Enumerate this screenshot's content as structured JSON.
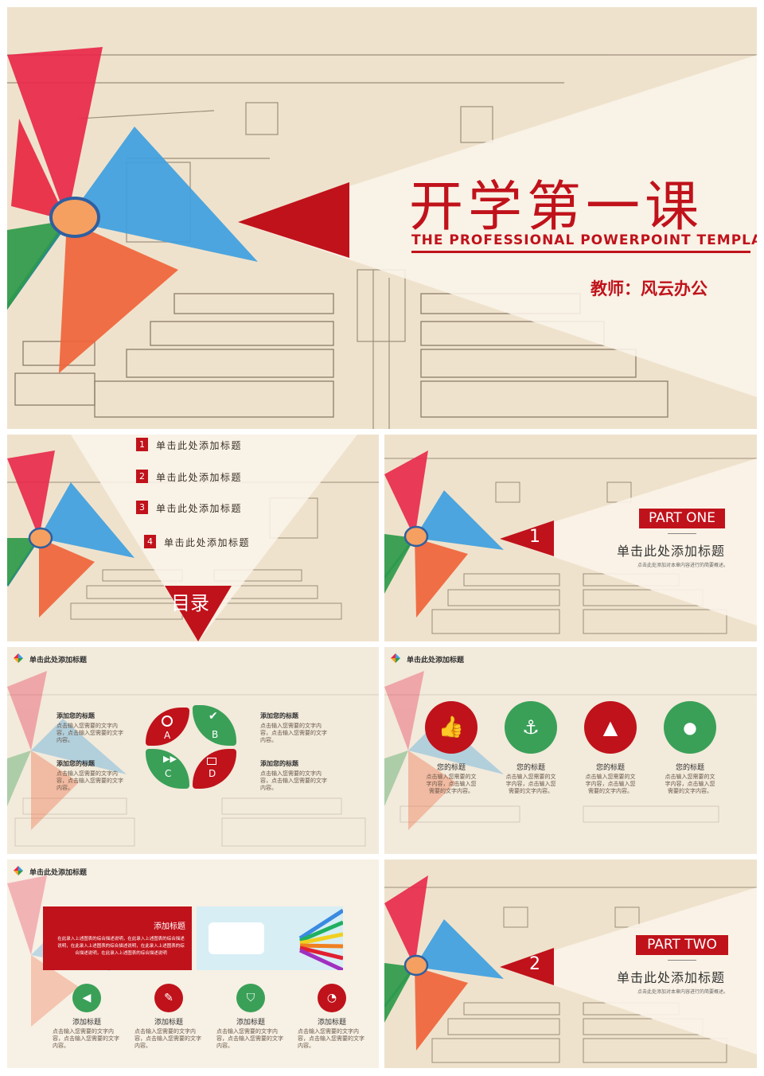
{
  "cover": {
    "title": "开学第一课",
    "subtitle": "THE PROFESSIONAL POWERPOINT TEMPLATE",
    "teacher": "教师：风云办公"
  },
  "toc": {
    "label": "目录",
    "items": [
      {
        "num": "1",
        "text": "单击此处添加标题"
      },
      {
        "num": "2",
        "text": "单击此处添加标题"
      },
      {
        "num": "3",
        "text": "单击此处添加标题"
      },
      {
        "num": "4",
        "text": "单击此处添加标题"
      }
    ]
  },
  "part_one": {
    "number": "1",
    "badge": "PART  ONE",
    "title": "单击此处添加标题",
    "desc": "点击此处添加对本章内容进行的简要概述。"
  },
  "part_two": {
    "number": "2",
    "badge": "PART  TWO",
    "title": "单击此处添加标题",
    "desc": "点击此处添加对本章内容进行的简要概述。"
  },
  "slide_abcd": {
    "header": "单击此处添加标题",
    "blocks": [
      {
        "title": "添加您的标题",
        "body": "点击输入您需要的文字内容，点击输入您需要的文字内容。"
      },
      {
        "title": "添加您的标题",
        "body": "点击输入您需要的文字内容，点击输入您需要的文字内容。"
      },
      {
        "title": "添加您的标题",
        "body": "点击输入您需要的文字内容，点击输入您需要的文字内容。"
      },
      {
        "title": "添加您的标题",
        "body": "点击输入您需要的文字内容，点击输入您需要的文字内容。"
      }
    ],
    "letters": [
      "A",
      "B",
      "C",
      "D"
    ]
  },
  "slide_circles": {
    "header": "单击此处添加标题",
    "items": [
      {
        "title": "您的标题",
        "body": "点击输入您需要的文字内容，点击输入您需要的文字内容。",
        "icon": "thumbs-up-icon",
        "color": "#c0121b"
      },
      {
        "title": "您的标题",
        "body": "点击输入您需要的文字内容，点击输入您需要的文字内容。",
        "icon": "anchor-icon",
        "color": "#3aa058"
      },
      {
        "title": "您的标题",
        "body": "点击输入您需要的文字内容，点击输入您需要的文字内容。",
        "icon": "traffic-cone-icon",
        "color": "#c0121b"
      },
      {
        "title": "您的标题",
        "body": "点击输入您需要的文字内容，点击输入您需要的文字内容。",
        "icon": "piggy-bank-icon",
        "color": "#3aa058"
      }
    ]
  },
  "slide_pencils": {
    "header": "单击此处添加标题",
    "banner_title": "添加标题",
    "banner_body": "在此录入上述图表的综合描述说明，在此录入上述图表的综合描述说明，在此录入上述图表的综合描述说明，在此录入上述图表的综合描述说明，在此录入上述图表的综合描述说明",
    "items": [
      {
        "title": "添加标题",
        "body": "点击输入您需要的文字内容，点击输入您需要的文字内容。",
        "icon": "play-icon",
        "color": "#3aa058"
      },
      {
        "title": "添加标题",
        "body": "点击输入您需要的文字内容，点击输入您需要的文字内容。",
        "icon": "edit-icon",
        "color": "#c0121b"
      },
      {
        "title": "添加标题",
        "body": "点击输入您需要的文字内容，点击输入您需要的文字内容。",
        "icon": "shield-icon",
        "color": "#3aa058"
      },
      {
        "title": "添加标题",
        "body": "点击输入您需要的文字内容，点击输入您需要的文字内容。",
        "icon": "gauge-icon",
        "color": "#c0121b"
      }
    ]
  },
  "colors": {
    "accent_red": "#c0121b",
    "accent_green": "#3aa058",
    "paper": "#efe2cc"
  }
}
